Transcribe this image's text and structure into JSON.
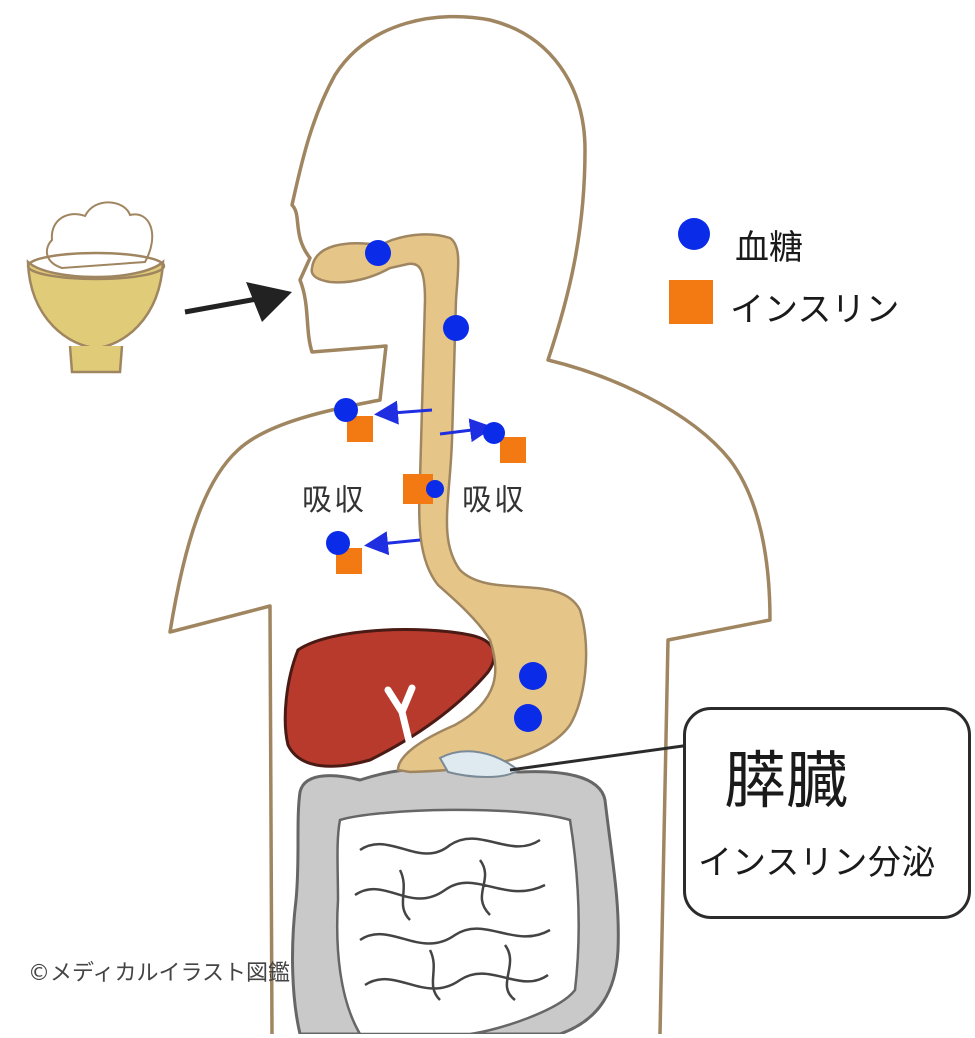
{
  "legend": {
    "blood_sugar_label": "血糖",
    "insulin_label": "インスリン"
  },
  "absorption": {
    "left_label": "吸収",
    "right_label": "吸収"
  },
  "pancreas_callout": {
    "title": "膵臓",
    "subtitle": "インスリン分泌"
  },
  "credit": "©メディカルイラスト図鑑",
  "colors": {
    "blood_sugar": "#0a2be8",
    "insulin": "#f37a13",
    "digestive_tract": "#e6c688",
    "liver": "#b83a2c",
    "intestine": "#c9c9c9",
    "bowl": "#e0cc78",
    "body_outline": "#a08660"
  },
  "icons": [
    "rice-bowl-icon",
    "arrow-right-icon"
  ]
}
